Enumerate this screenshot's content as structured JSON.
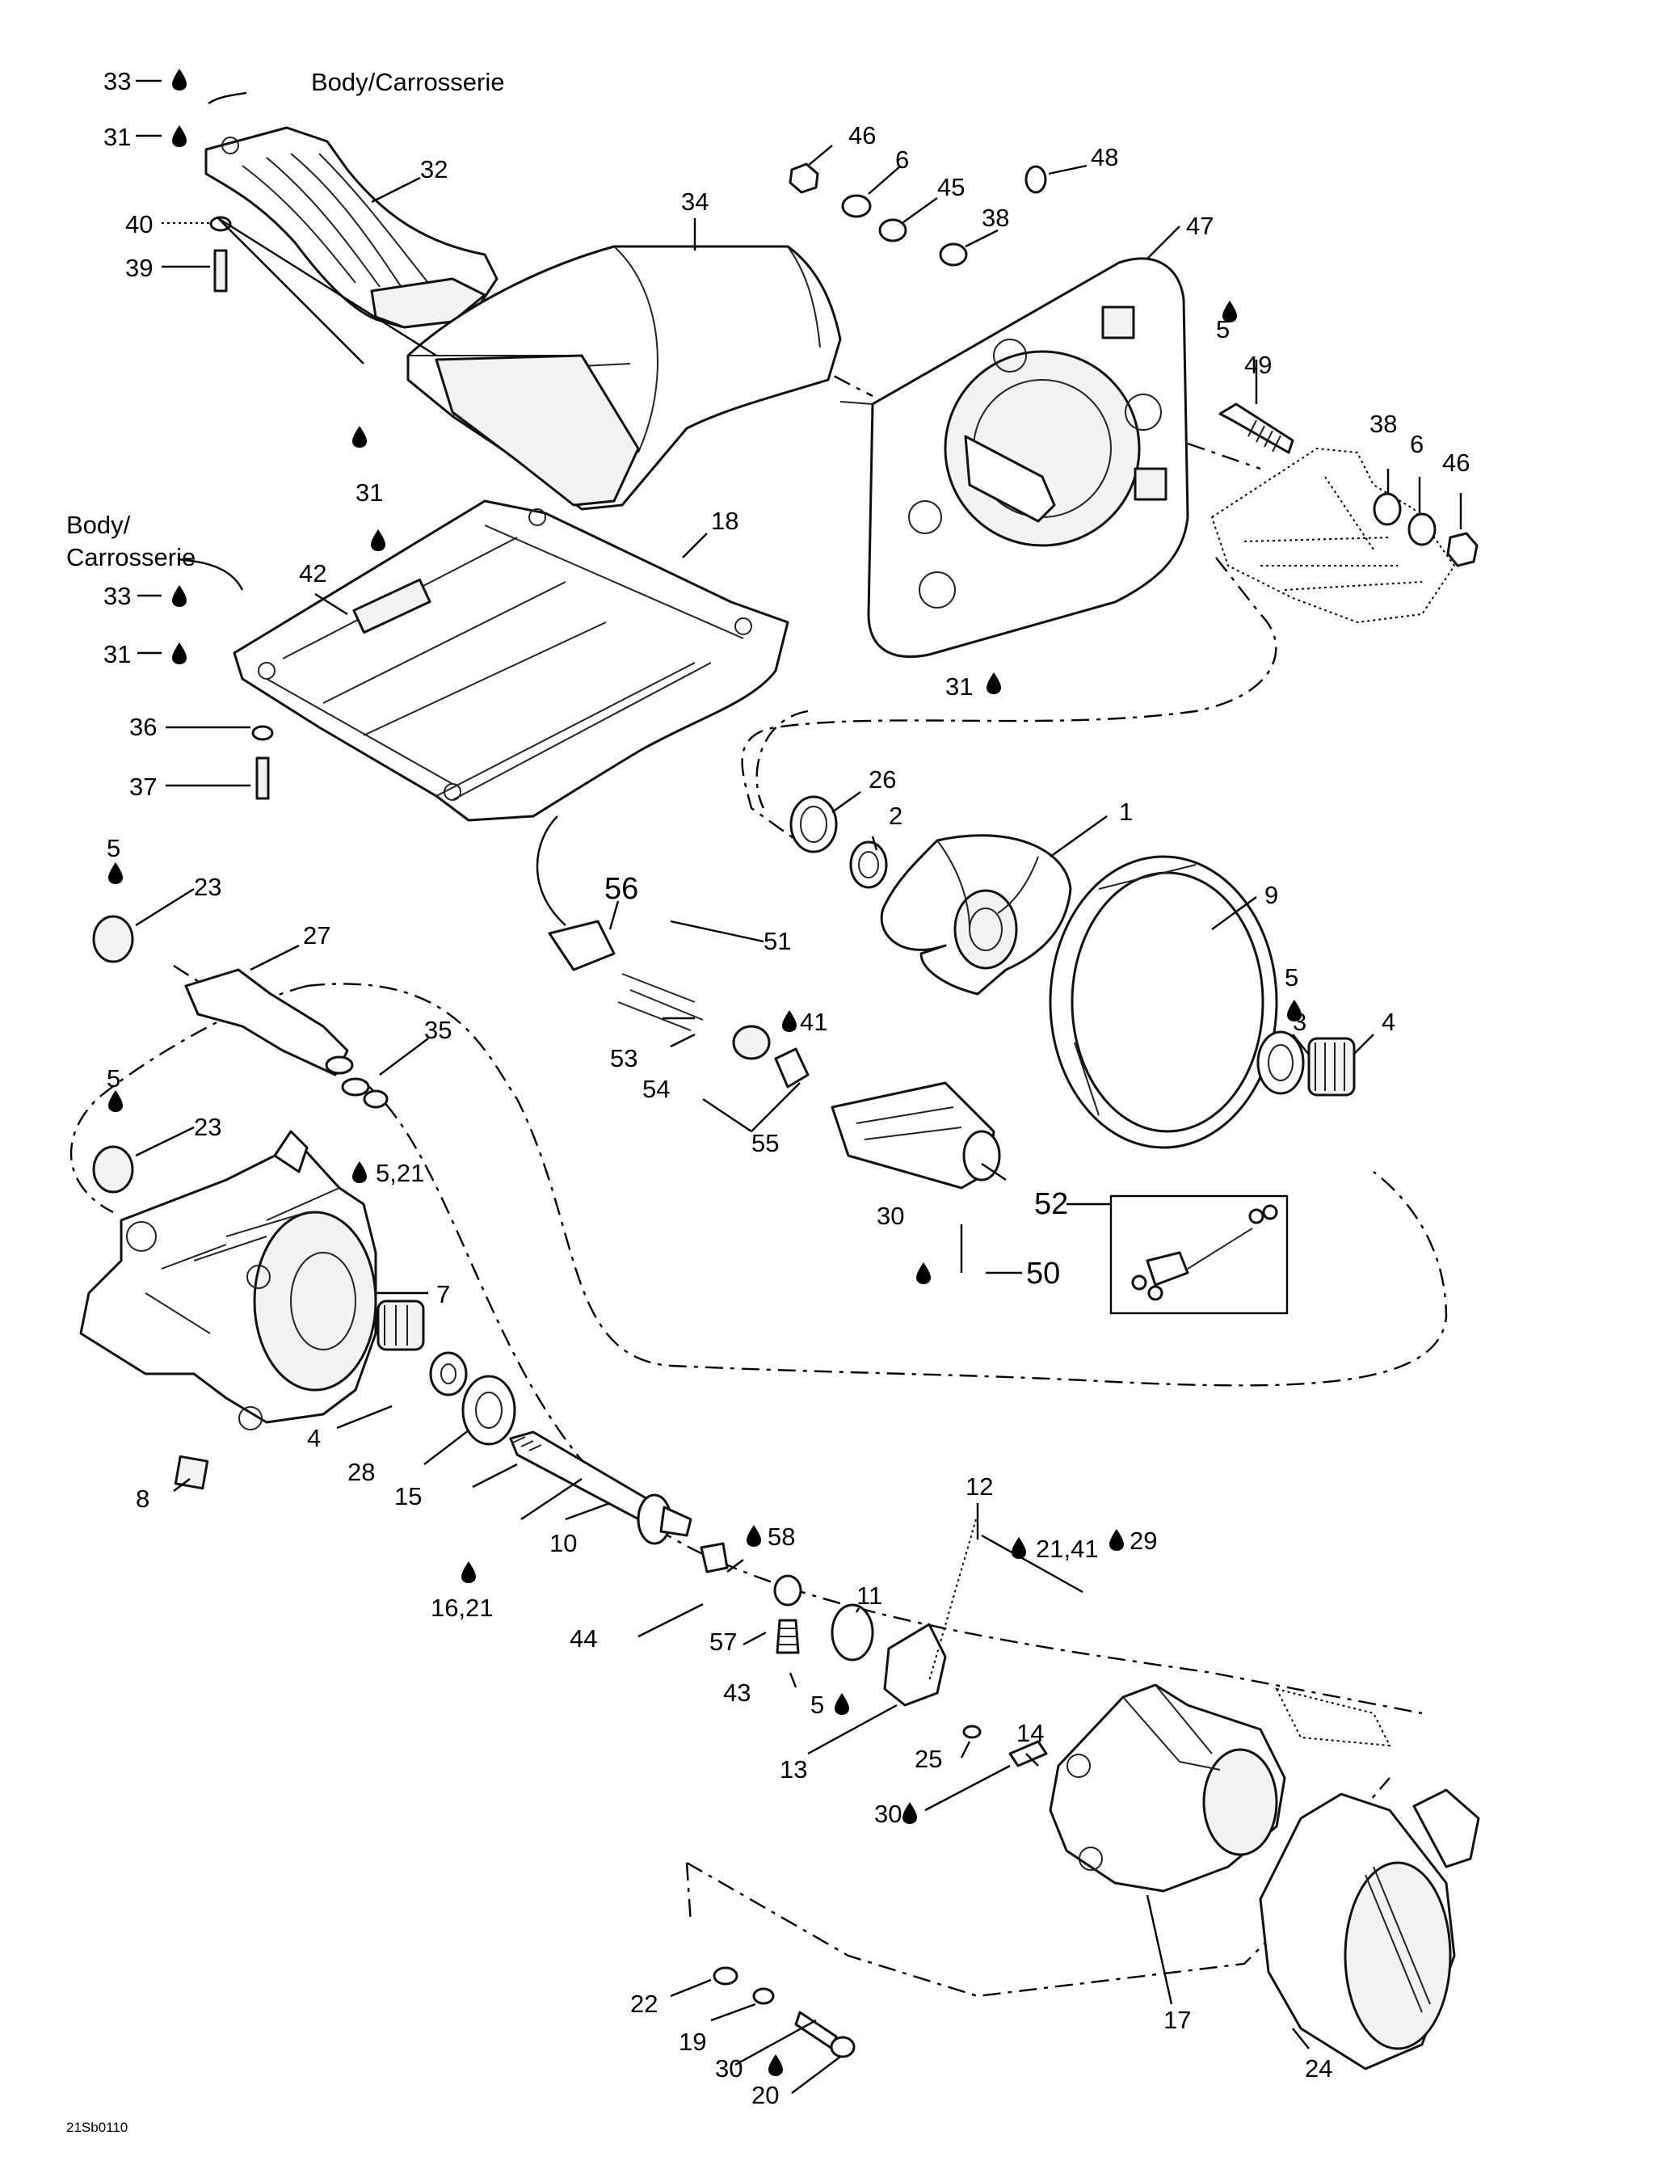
{
  "figure_code": "21Sb0110",
  "body_notes": {
    "top": "Body/Carrosserie",
    "left_line1": "Body/",
    "left_line2": "Carrosserie"
  },
  "callouts": [
    {
      "id": "c33a",
      "text": "33"
    },
    {
      "id": "c31a",
      "text": "31"
    },
    {
      "id": "c32",
      "text": "32"
    },
    {
      "id": "c40",
      "text": "40"
    },
    {
      "id": "c39",
      "text": "39"
    },
    {
      "id": "c34",
      "text": "34"
    },
    {
      "id": "c46a",
      "text": "46"
    },
    {
      "id": "c6a",
      "text": "6"
    },
    {
      "id": "c45",
      "text": "45"
    },
    {
      "id": "c38a",
      "text": "38"
    },
    {
      "id": "c48",
      "text": "48"
    },
    {
      "id": "c47",
      "text": "47"
    },
    {
      "id": "c5a",
      "text": "5"
    },
    {
      "id": "c49",
      "text": "49"
    },
    {
      "id": "c38b",
      "text": "38"
    },
    {
      "id": "c6b",
      "text": "6"
    },
    {
      "id": "c46b",
      "text": "46"
    },
    {
      "id": "c31b",
      "text": "31"
    },
    {
      "id": "c18",
      "text": "18"
    },
    {
      "id": "c42",
      "text": "42"
    },
    {
      "id": "c33b",
      "text": "33"
    },
    {
      "id": "c31c",
      "text": "31"
    },
    {
      "id": "c36",
      "text": "36"
    },
    {
      "id": "c37",
      "text": "37"
    },
    {
      "id": "c31d",
      "text": "31"
    },
    {
      "id": "c26",
      "text": "26"
    },
    {
      "id": "c2",
      "text": "2"
    },
    {
      "id": "c1",
      "text": "1"
    },
    {
      "id": "c5b",
      "text": "5"
    },
    {
      "id": "c23a",
      "text": "23"
    },
    {
      "id": "c56",
      "text": "56"
    },
    {
      "id": "c51",
      "text": "51"
    },
    {
      "id": "c9",
      "text": "9"
    },
    {
      "id": "c27",
      "text": "27"
    },
    {
      "id": "c5c",
      "text": "5"
    },
    {
      "id": "c35",
      "text": "35"
    },
    {
      "id": "c41",
      "text": "41"
    },
    {
      "id": "c3",
      "text": "3"
    },
    {
      "id": "c4a",
      "text": "4"
    },
    {
      "id": "c53",
      "text": "53"
    },
    {
      "id": "c54",
      "text": "54"
    },
    {
      "id": "c5d",
      "text": "5"
    },
    {
      "id": "c23b",
      "text": "23"
    },
    {
      "id": "c55",
      "text": "55"
    },
    {
      "id": "c521",
      "text": "5,21"
    },
    {
      "id": "c52",
      "text": "52"
    },
    {
      "id": "c30a",
      "text": "30"
    },
    {
      "id": "c50",
      "text": "50"
    },
    {
      "id": "c7",
      "text": "7"
    },
    {
      "id": "c4b",
      "text": "4"
    },
    {
      "id": "c28",
      "text": "28"
    },
    {
      "id": "c15",
      "text": "15"
    },
    {
      "id": "c8",
      "text": "8"
    },
    {
      "id": "c12",
      "text": "12"
    },
    {
      "id": "c10",
      "text": "10"
    },
    {
      "id": "c58",
      "text": "58"
    },
    {
      "id": "c2141",
      "text": "21,41"
    },
    {
      "id": "c1621",
      "text": "16,21"
    },
    {
      "id": "c29",
      "text": "29"
    },
    {
      "id": "c11",
      "text": "11"
    },
    {
      "id": "c44",
      "text": "44"
    },
    {
      "id": "c57",
      "text": "57"
    },
    {
      "id": "c43",
      "text": "43"
    },
    {
      "id": "c5e",
      "text": "5"
    },
    {
      "id": "c14",
      "text": "14"
    },
    {
      "id": "c13",
      "text": "13"
    },
    {
      "id": "c25",
      "text": "25"
    },
    {
      "id": "c30b",
      "text": "30"
    },
    {
      "id": "c22",
      "text": "22"
    },
    {
      "id": "c17",
      "text": "17"
    },
    {
      "id": "c19",
      "text": "19"
    },
    {
      "id": "c30c",
      "text": "30"
    },
    {
      "id": "c24",
      "text": "24"
    },
    {
      "id": "c20",
      "text": "20"
    }
  ]
}
